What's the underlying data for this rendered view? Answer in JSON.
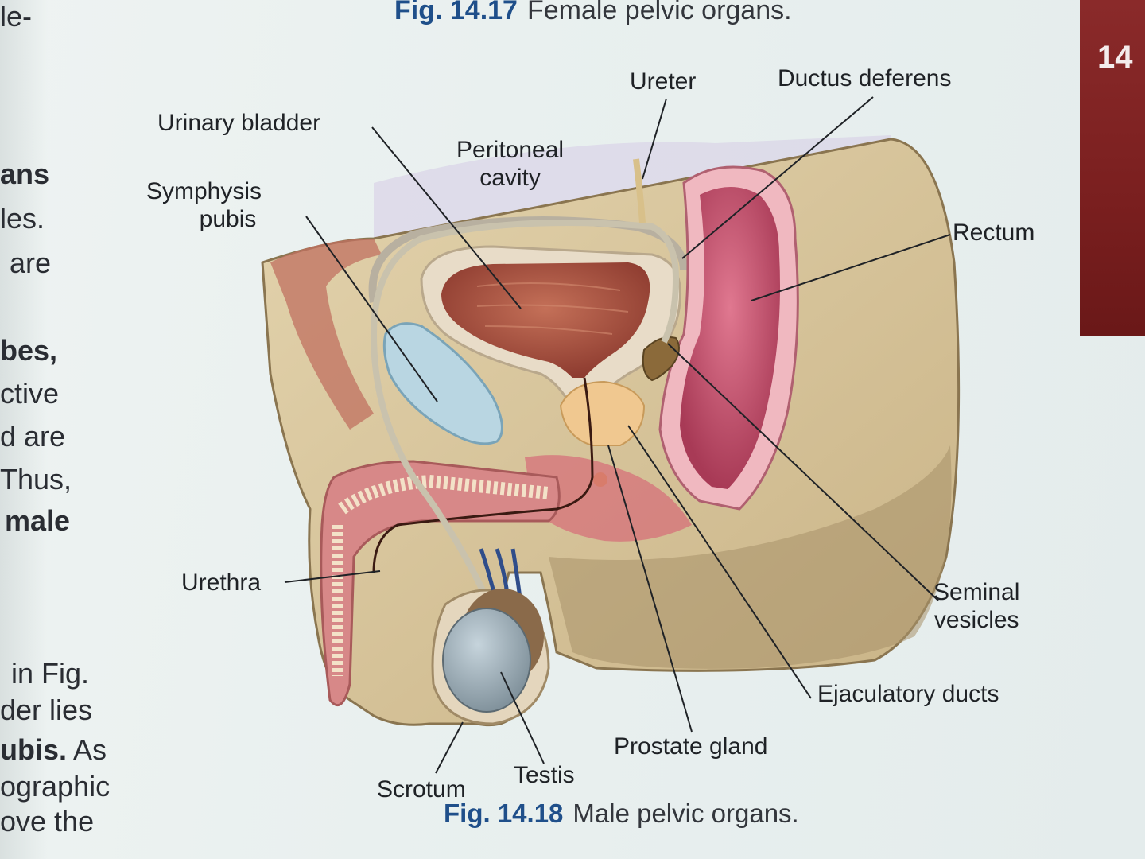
{
  "top_caption": {
    "number": "Fig. 14.17",
    "text": "Female pelvic organs."
  },
  "bottom_caption": {
    "number": "Fig. 14.18",
    "text": "Male pelvic organs."
  },
  "chapter_tab": "14",
  "side_text": {
    "line1": "le-",
    "line2": "ans",
    "line3": "les.",
    "line4": "are",
    "line5": "bes,",
    "line6": "ctive",
    "line7": "d are",
    "line8": "Thus,",
    "line9": "male",
    "line10": "in Fig.",
    "line11": "der lies",
    "line12a": "ubis.",
    "line12b": "As",
    "line13": "ographic",
    "line14": "ove the"
  },
  "labels": {
    "ureter": "Ureter",
    "ductus_deferens": "Ductus deferens",
    "urinary_bladder": "Urinary bladder",
    "peritoneal_cavity_1": "Peritoneal",
    "peritoneal_cavity_2": "cavity",
    "symphysis_pubis_1": "Symphysis",
    "symphysis_pubis_2": "pubis",
    "rectum": "Rectum",
    "urethra": "Urethra",
    "seminal_vesicles_1": "Seminal",
    "seminal_vesicles_2": "vesicles",
    "ejaculatory_ducts": "Ejaculatory ducts",
    "prostate_gland": "Prostate gland",
    "scrotum": "Scrotum",
    "testis": "Testis"
  },
  "colors": {
    "background": "#e9f0ef",
    "caption_number": "#1f4f8a",
    "chapter_tab": "#7a1f1f",
    "skin": "#d9c6a0",
    "bladder": "#9c4a3a",
    "rectum": "#c2506a",
    "pubis": "#b9d6e2",
    "prostate": "#f0c890"
  }
}
